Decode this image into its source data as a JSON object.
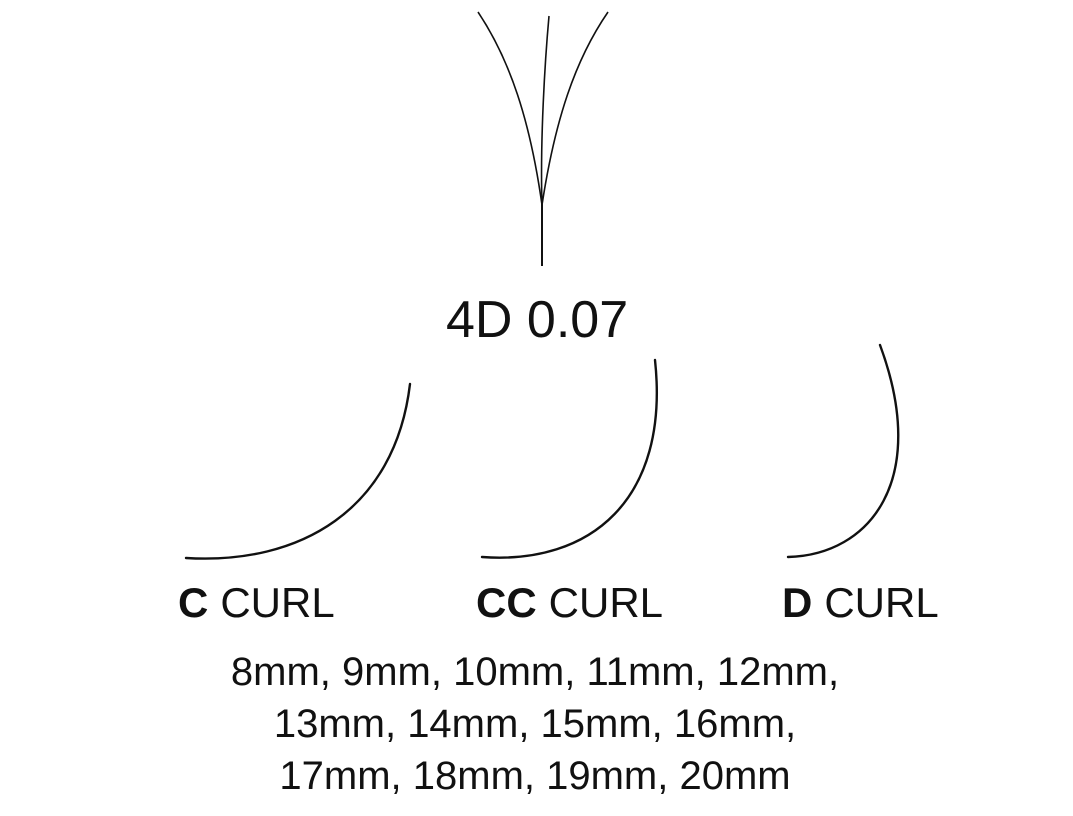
{
  "product": {
    "title": "4D 0.07"
  },
  "curls": [
    {
      "code": "C",
      "word": "CURL"
    },
    {
      "code": "CC",
      "word": "CURL"
    },
    {
      "code": "D",
      "word": "CURL"
    }
  ],
  "lengths": {
    "line1": "8mm, 9mm, 10mm, 11mm, 12mm,",
    "line2": "13mm, 14mm, 15mm, 16mm,",
    "line3": "17mm, 18mm, 19mm, 20mm"
  },
  "icons": {
    "fan": "lash-fan-icon",
    "c_curl": "c-curl-lash-icon",
    "cc_curl": "cc-curl-lash-icon",
    "d_curl": "d-curl-lash-icon"
  },
  "colors": {
    "background": "#ffffff",
    "ink": "#111111"
  }
}
